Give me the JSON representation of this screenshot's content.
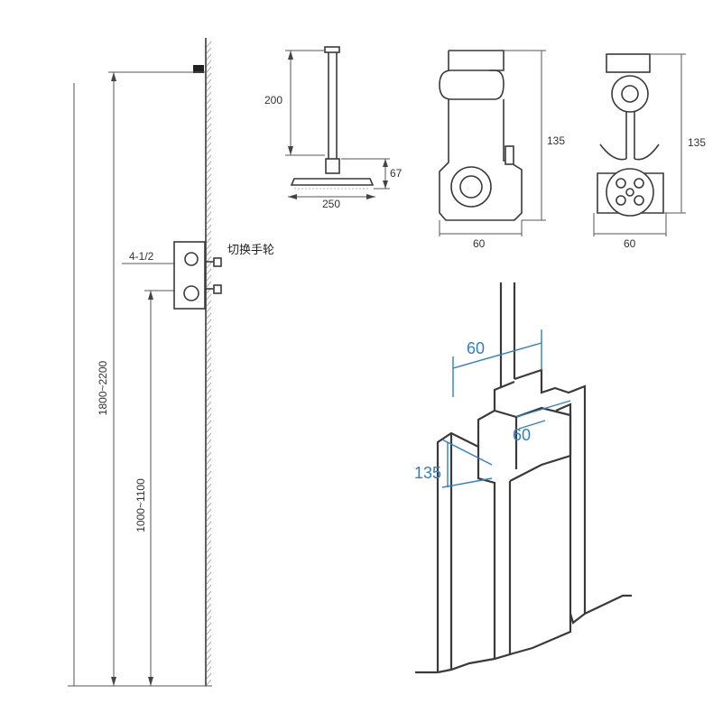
{
  "elevation": {
    "total_height": "1800~2200",
    "valve_height": "1000~1100",
    "thread": "4-1/2",
    "switch_label": "切换手轮"
  },
  "showerhead": {
    "arm_length": "200",
    "head_height": "67",
    "head_diameter": "250"
  },
  "valve_side": {
    "height": "135",
    "width": "60"
  },
  "valve_front": {
    "height": "135",
    "width": "60"
  },
  "install": {
    "width_top": "60",
    "width_inner": "60",
    "depth": "135"
  },
  "colors": {
    "line": "#3a3a3a",
    "dimension_blue": "#2e7fd1"
  }
}
